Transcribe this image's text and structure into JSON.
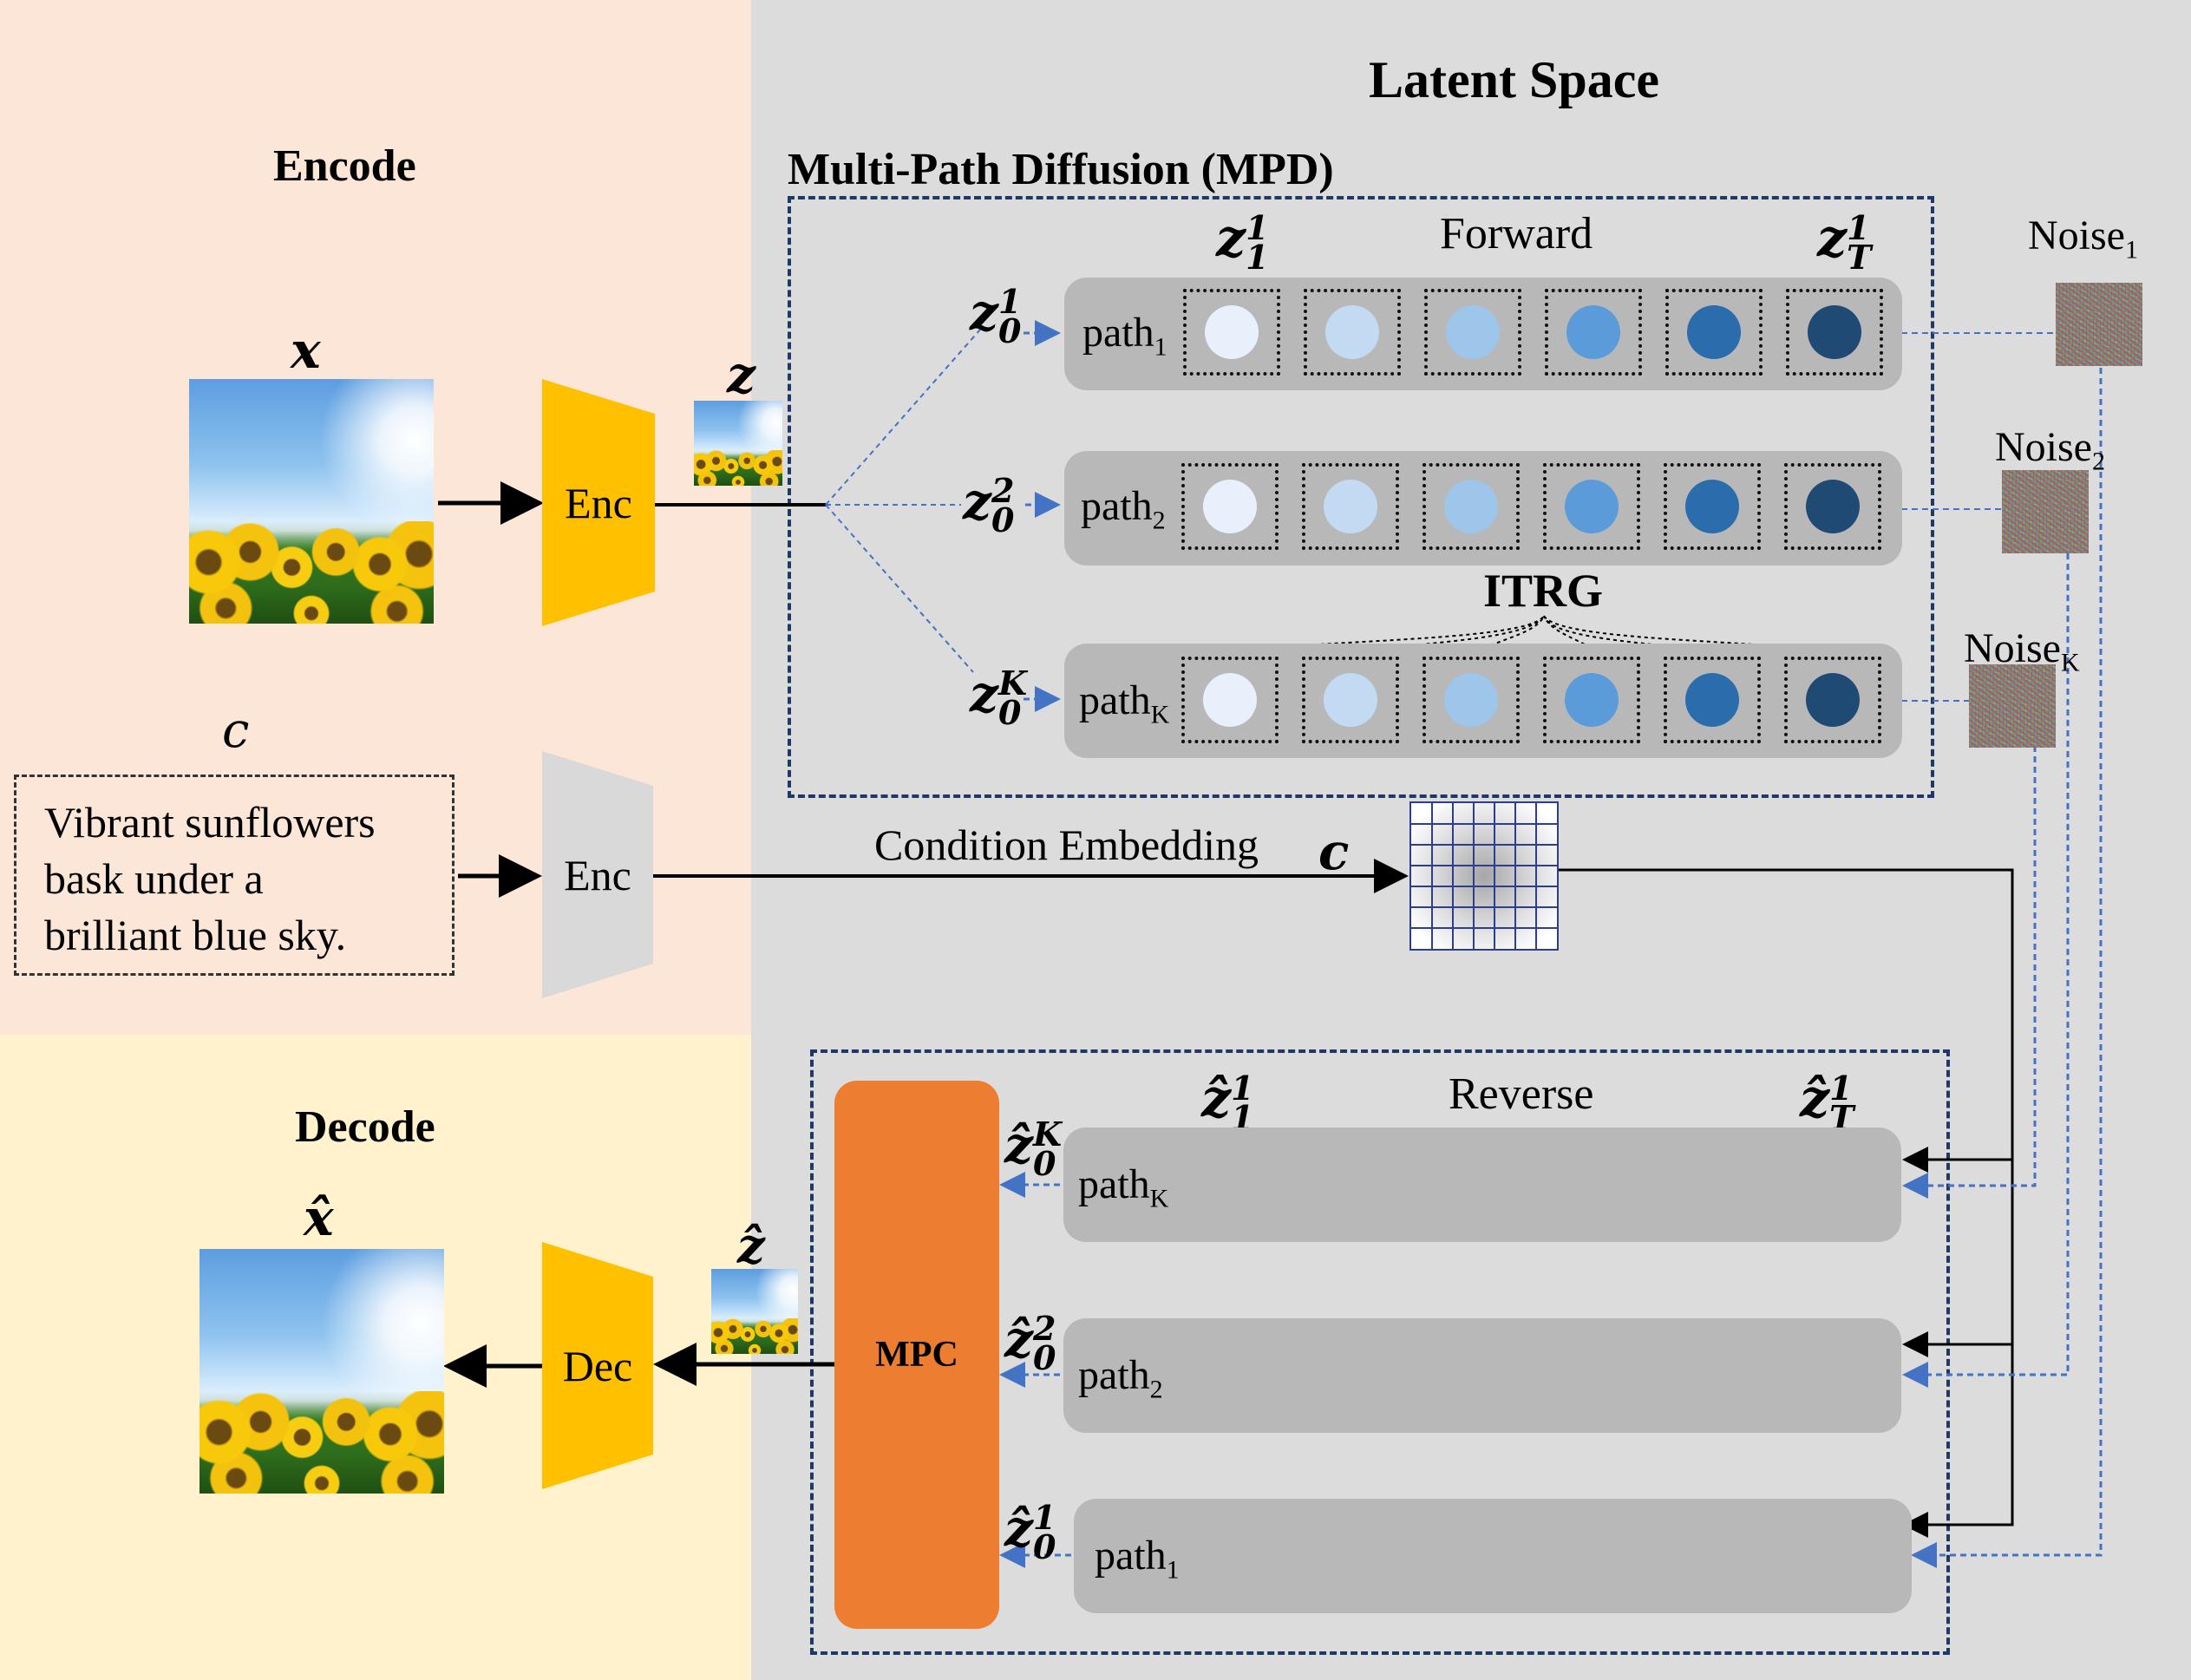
{
  "headings": {
    "latent_space": "Latent Space",
    "encode": "Encode",
    "decode": "Decode",
    "mpd": "Multi-Path Diffusion (MPD)"
  },
  "encode": {
    "x_label": "x",
    "z_label": "z",
    "c_label": "c",
    "enc_image": "Enc",
    "enc_text": "Enc",
    "text_prompt": [
      "Vibrant sunflowers",
      "bask under a",
      "brilliant blue sky."
    ],
    "condition_embedding": "Condition Embedding",
    "c_embed_symbol": "c"
  },
  "forward": {
    "title": "Forward",
    "z_first": {
      "base": "z",
      "sub": "1",
      "sup": "1"
    },
    "z_last": {
      "base": "z",
      "sub": "T",
      "sup": "1"
    },
    "itrg": "ITRG",
    "paths": [
      {
        "z": {
          "base": "z",
          "sub": "0",
          "sup": "1"
        },
        "label": "path",
        "label_sub": "1"
      },
      {
        "z": {
          "base": "z",
          "sub": "0",
          "sup": "2"
        },
        "label": "path",
        "label_sub": "2"
      },
      {
        "z": {
          "base": "z",
          "sub": "0",
          "sup": "K"
        },
        "label": "path",
        "label_sub": "K"
      }
    ],
    "noise": [
      {
        "label": "Noise",
        "sub": "1"
      },
      {
        "label": "Noise",
        "sub": "2"
      },
      {
        "label": "Noise",
        "sub": "K"
      }
    ]
  },
  "reverse": {
    "title": "Reverse",
    "z_first": {
      "base": "ẑ",
      "sub": "1",
      "sup": "1"
    },
    "z_last": {
      "base": "ẑ",
      "sub": "T",
      "sup": "1"
    },
    "paths": [
      {
        "z": {
          "base": "ẑ",
          "sub": "0",
          "sup": "K"
        },
        "label": "path",
        "label_sub": "K"
      },
      {
        "z": {
          "base": "ẑ",
          "sub": "0",
          "sup": "2"
        },
        "label": "path",
        "label_sub": "2"
      },
      {
        "z": {
          "base": "ẑ",
          "sub": "0",
          "sup": "1"
        },
        "label": "path",
        "label_sub": "1"
      }
    ],
    "mpc": "MPC"
  },
  "decode": {
    "xhat_label": "x̂",
    "zhat_label": "ẑ",
    "dec": "Dec"
  },
  "colors": {
    "encode_bg": "#fce6d8",
    "decode_bg": "#fff2cc",
    "latent_bg": "#dcdcdc",
    "enc_block": "#ffc000",
    "text_enc_block": "#dcdcdc",
    "mpc_block": "#ed7d31",
    "dashed_blue": "#4472c4",
    "dots": [
      "#e8f1fb",
      "#c3dbf2",
      "#9ec5ea",
      "#5b9bd9",
      "#2b6cad",
      "#1e4a74"
    ]
  }
}
